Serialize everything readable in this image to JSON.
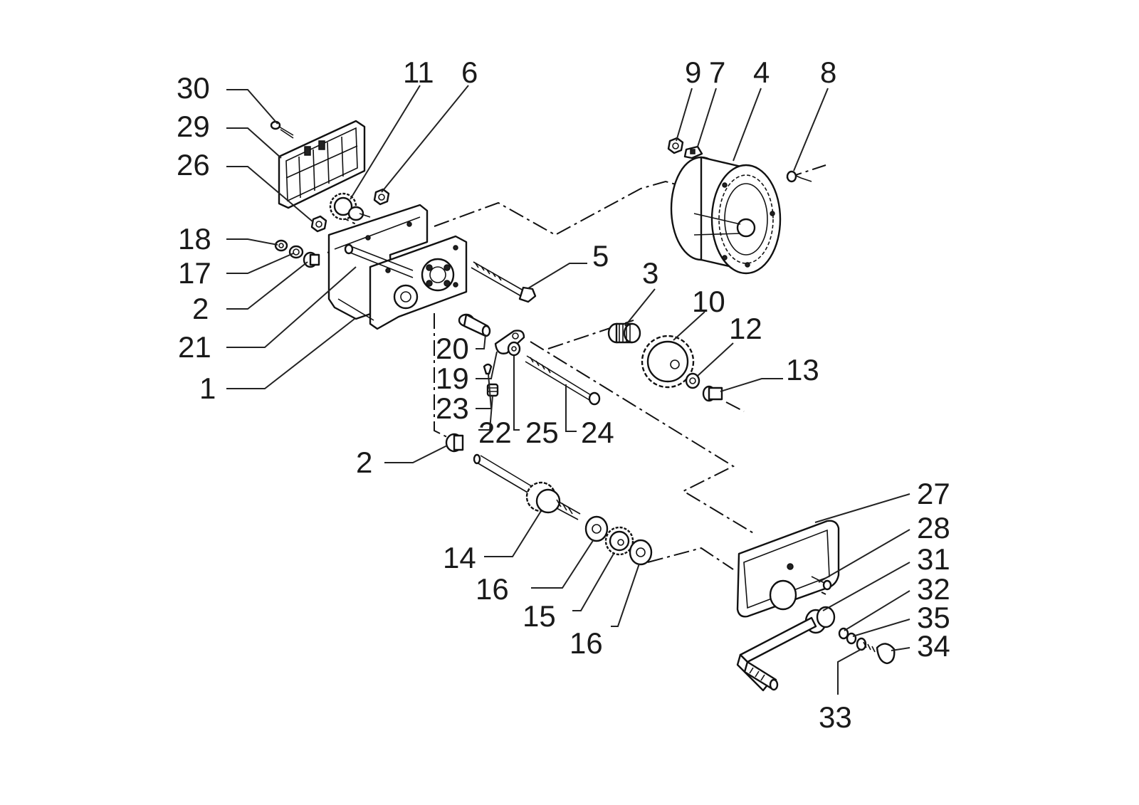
{
  "diagram": {
    "callouts": [
      {
        "id": "c30",
        "text": "30"
      },
      {
        "id": "c29",
        "text": "29"
      },
      {
        "id": "c26",
        "text": "26"
      },
      {
        "id": "c18",
        "text": "18"
      },
      {
        "id": "c17",
        "text": "17"
      },
      {
        "id": "c2a",
        "text": "2"
      },
      {
        "id": "c21",
        "text": "21"
      },
      {
        "id": "c1",
        "text": "1"
      },
      {
        "id": "c11",
        "text": "11"
      },
      {
        "id": "c6",
        "text": "6"
      },
      {
        "id": "c9",
        "text": "9"
      },
      {
        "id": "c7",
        "text": "7"
      },
      {
        "id": "c4",
        "text": "4"
      },
      {
        "id": "c8",
        "text": "8"
      },
      {
        "id": "c5",
        "text": "5"
      },
      {
        "id": "c3",
        "text": "3"
      },
      {
        "id": "c10",
        "text": "10"
      },
      {
        "id": "c12",
        "text": "12"
      },
      {
        "id": "c13",
        "text": "13"
      },
      {
        "id": "c20",
        "text": "20"
      },
      {
        "id": "c19",
        "text": "19"
      },
      {
        "id": "c23",
        "text": "23"
      },
      {
        "id": "c22",
        "text": "22"
      },
      {
        "id": "c25",
        "text": "25"
      },
      {
        "id": "c24",
        "text": "24"
      },
      {
        "id": "c2b",
        "text": "2"
      },
      {
        "id": "c14",
        "text": "14"
      },
      {
        "id": "c16a",
        "text": "16"
      },
      {
        "id": "c15",
        "text": "15"
      },
      {
        "id": "c16b",
        "text": "16"
      },
      {
        "id": "c27",
        "text": "27"
      },
      {
        "id": "c28",
        "text": "28"
      },
      {
        "id": "c31",
        "text": "31"
      },
      {
        "id": "c32",
        "text": "32"
      },
      {
        "id": "c35",
        "text": "35"
      },
      {
        "id": "c34",
        "text": "34"
      },
      {
        "id": "c33",
        "text": "33"
      }
    ]
  }
}
